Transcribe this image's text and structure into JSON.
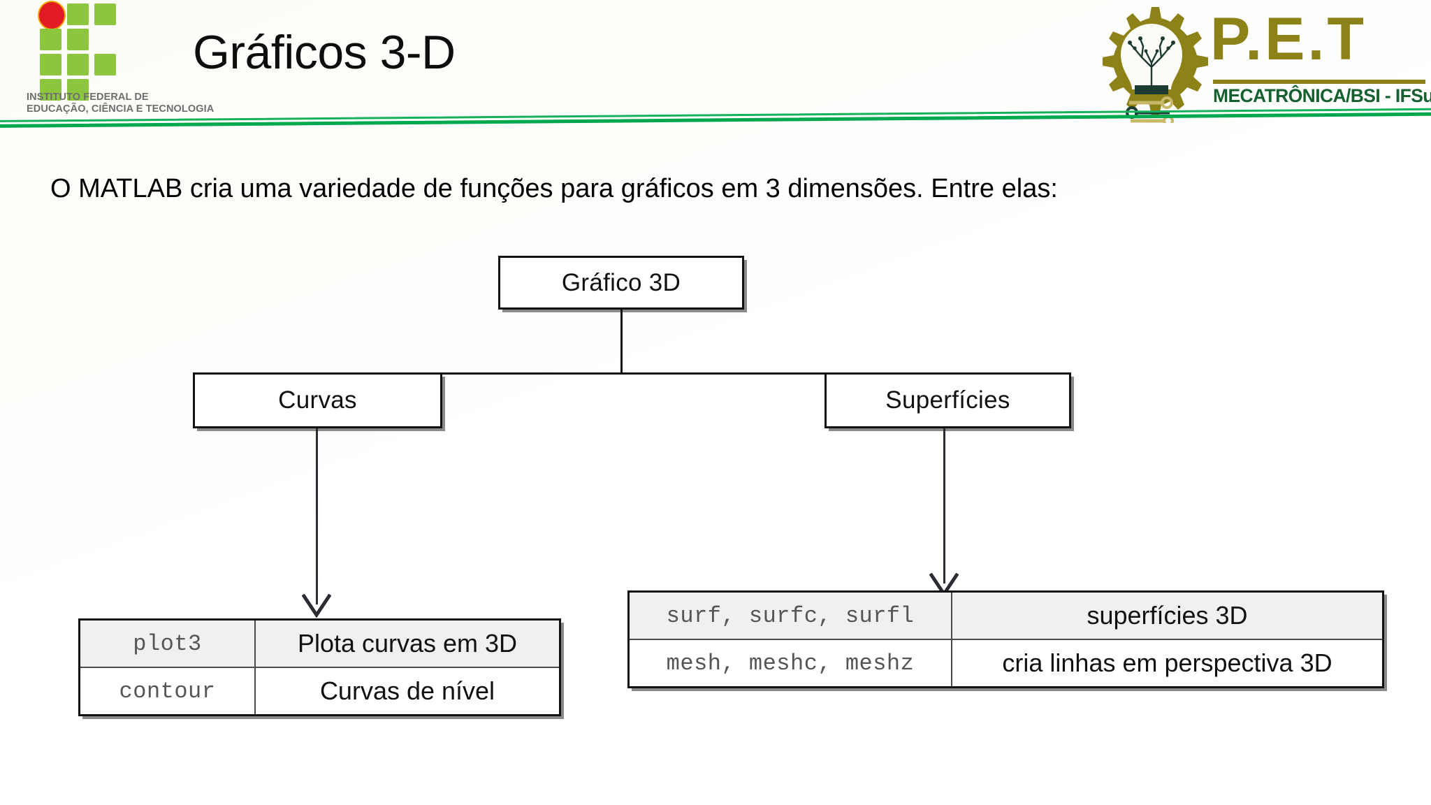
{
  "header": {
    "title": "Gráficos 3-D",
    "if_logo": {
      "caption_line1": "INSTITUTO FEDERAL DE",
      "caption_line2": "EDUCAÇÃO, CIÊNCIA E TECNOLOGIA",
      "square_color": "#8cc63e",
      "circle_color": "#e01b22"
    },
    "pet_logo": {
      "wordmark": "P.E.T",
      "subtitle": "MECATRÔNICA/BSI - IFSudesteMG",
      "wordmark_color": "#8c8218",
      "subtitle_color": "#15602f"
    },
    "rule_color": "#00a84f"
  },
  "main": {
    "lead_text": "O MATLAB cria uma variedade de funções para gráficos em 3 dimensões. Entre elas:"
  },
  "flowchart": {
    "root_label": "Gráfico 3D",
    "child_left_label": "Curvas",
    "child_right_label": "Superfícies",
    "tables": {
      "left": {
        "rows": [
          {
            "code": "plot3",
            "desc": "Plota curvas em 3D"
          },
          {
            "code": "contour",
            "desc": "Curvas de nível"
          }
        ]
      },
      "right": {
        "rows": [
          {
            "code": "surf, surfc, surfl",
            "desc": "superfícies 3D"
          },
          {
            "code": "mesh, meshc, meshz",
            "desc": "cria linhas em perspectiva 3D"
          }
        ]
      }
    }
  }
}
